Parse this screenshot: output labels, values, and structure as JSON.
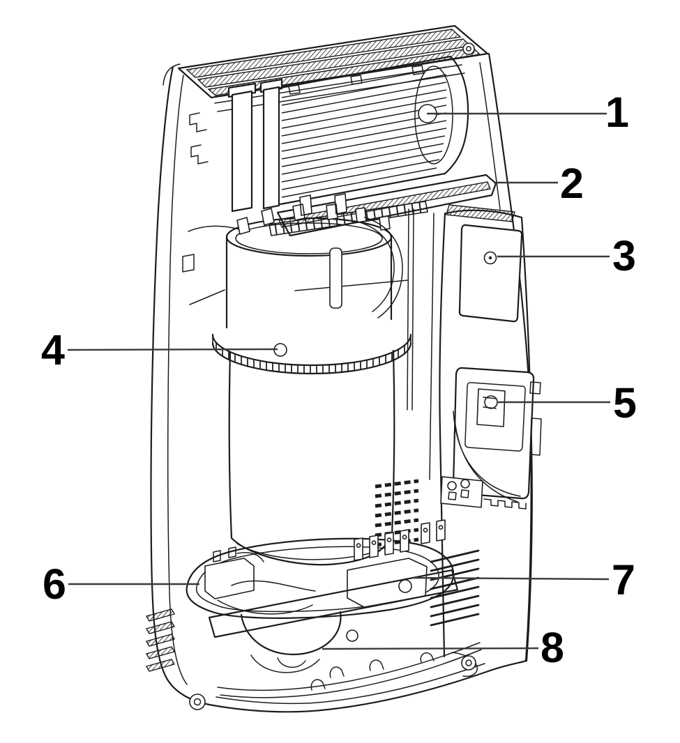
{
  "figure": {
    "kind": "technical-parts-diagram",
    "background_color": "#ffffff",
    "line_color": "#1c1c1c",
    "leader_color": "#3a3a3a",
    "label_color": "#000000"
  },
  "callouts": [
    {
      "label": "1"
    },
    {
      "label": "2"
    },
    {
      "label": "3"
    },
    {
      "label": "4"
    },
    {
      "label": "5"
    },
    {
      "label": "6"
    },
    {
      "label": "7"
    },
    {
      "label": "8"
    }
  ]
}
